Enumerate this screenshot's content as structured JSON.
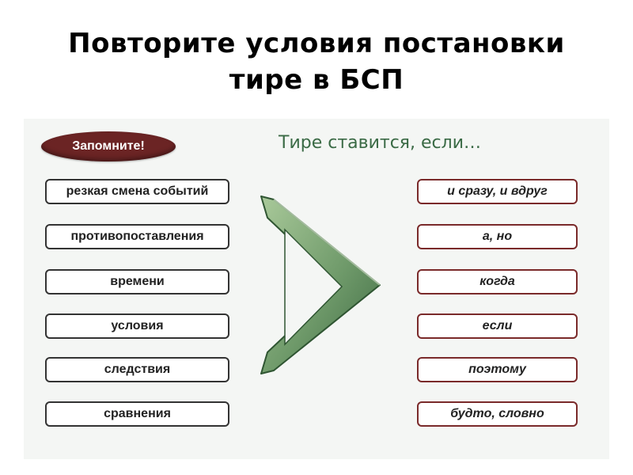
{
  "title": {
    "line1": "Повторите условия постановки",
    "line2": "тире в БСП"
  },
  "badge": {
    "label": "Запомните!",
    "color": "#6b2424"
  },
  "subtitle": "Тире ставится, если…",
  "conditions": [
    "резкая смена событий",
    "противопоставления",
    "времени",
    "условия",
    "следствия",
    "сравнения"
  ],
  "markers": [
    "и сразу, и вдруг",
    "а, но",
    "когда",
    "если",
    "поэтому",
    "будто, словно"
  ],
  "arrow": {
    "icon": "chevron-arrow-right-icon",
    "color_light": "#9fc08f",
    "color_dark": "#3e6a43"
  }
}
